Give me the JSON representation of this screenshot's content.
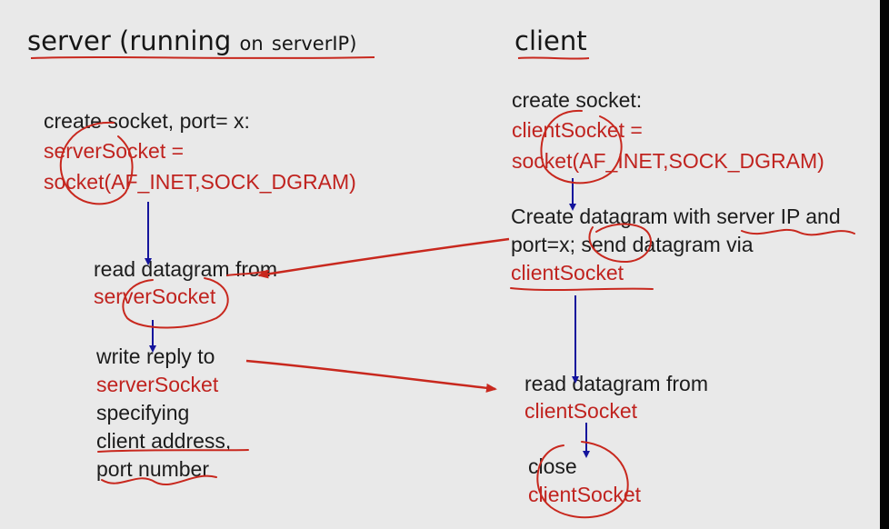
{
  "server": {
    "heading": "server",
    "heading_paren": "(running",
    "heading_on": "on",
    "heading_ip": "serverIP)",
    "create_socket": "create socket, port= x:",
    "server_socket_assign": "serverSocket =",
    "socket_call": "socket(AF_INET,SOCK_DGRAM)",
    "read_datagram": "read datagram from",
    "read_from_socket": "serverSocket",
    "write_reply": "write reply to",
    "write_to_socket": "serverSocket",
    "specifying": "specifying",
    "client_address": "client address,",
    "port_number": "port number"
  },
  "client": {
    "heading": "client",
    "create_socket": "create socket:",
    "client_socket_assign": "clientSocket =",
    "socket_call": "socket(AF_INET,SOCK_DGRAM)",
    "create_datagram": "Create datagram with server IP and",
    "send_line": "port=x; send datagram via",
    "send_socket": "clientSocket",
    "read_datagram": "read datagram from",
    "read_socket": "clientSocket",
    "close": "close",
    "close_socket": "clientSocket"
  },
  "colors": {
    "background": "#e9e9e9",
    "text": "#1c1c1c",
    "code_red": "#c0231f",
    "flow_arrow_blue": "#14149c",
    "annotation_red": "#c8281e"
  }
}
